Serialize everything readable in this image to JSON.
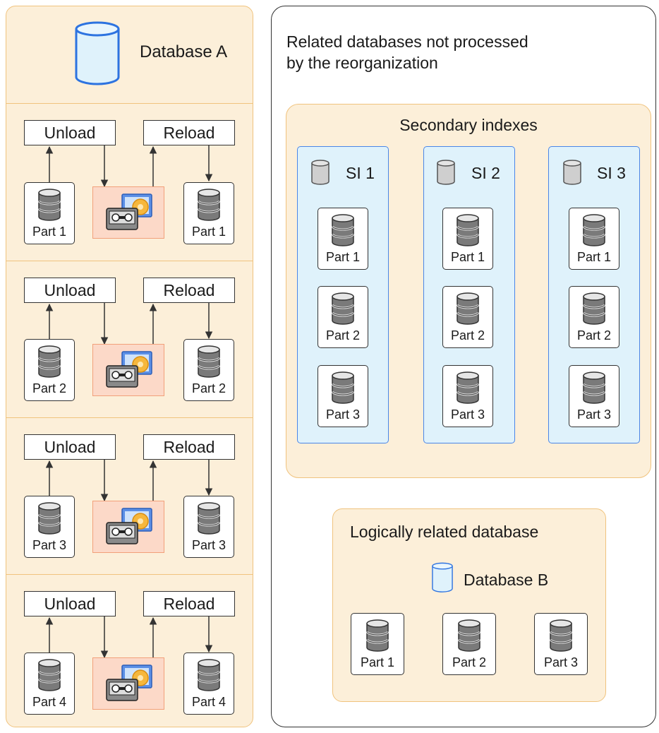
{
  "database_a": {
    "title": "Database A",
    "groups": [
      {
        "unload": "Unload",
        "reload": "Reload",
        "part_left": "Part 1",
        "part_right": "Part 1"
      },
      {
        "unload": "Unload",
        "reload": "Reload",
        "part_left": "Part 2",
        "part_right": "Part 2"
      },
      {
        "unload": "Unload",
        "reload": "Reload",
        "part_left": "Part 3",
        "part_right": "Part 3"
      },
      {
        "unload": "Unload",
        "reload": "Reload",
        "part_left": "Part 4",
        "part_right": "Part 4"
      }
    ]
  },
  "related": {
    "title": "Related databases not processed\nby the reorganization",
    "secondary_indexes": {
      "title": "Secondary indexes",
      "columns": [
        {
          "name": "SI 1",
          "parts": [
            "Part 1",
            "Part 2",
            "Part 3"
          ]
        },
        {
          "name": "SI 2",
          "parts": [
            "Part 1",
            "Part 2",
            "Part 3"
          ]
        },
        {
          "name": "SI 3",
          "parts": [
            "Part 1",
            "Part 2",
            "Part 3"
          ]
        }
      ]
    },
    "logical": {
      "title": "Logically related database",
      "db_name": "Database B",
      "parts": [
        "Part 1",
        "Part 2",
        "Part 3"
      ]
    }
  },
  "colors": {
    "panel_fill": "#fcefd9",
    "panel_border": "#f0c37e",
    "si_fill": "#dff2fb",
    "si_border": "#4a86e8",
    "tape_fill": "#fcd9c8"
  },
  "icons": {
    "database": "cylinder-icon",
    "partition": "disk-stack-icon",
    "dataset": "tape-dataset-icon"
  }
}
